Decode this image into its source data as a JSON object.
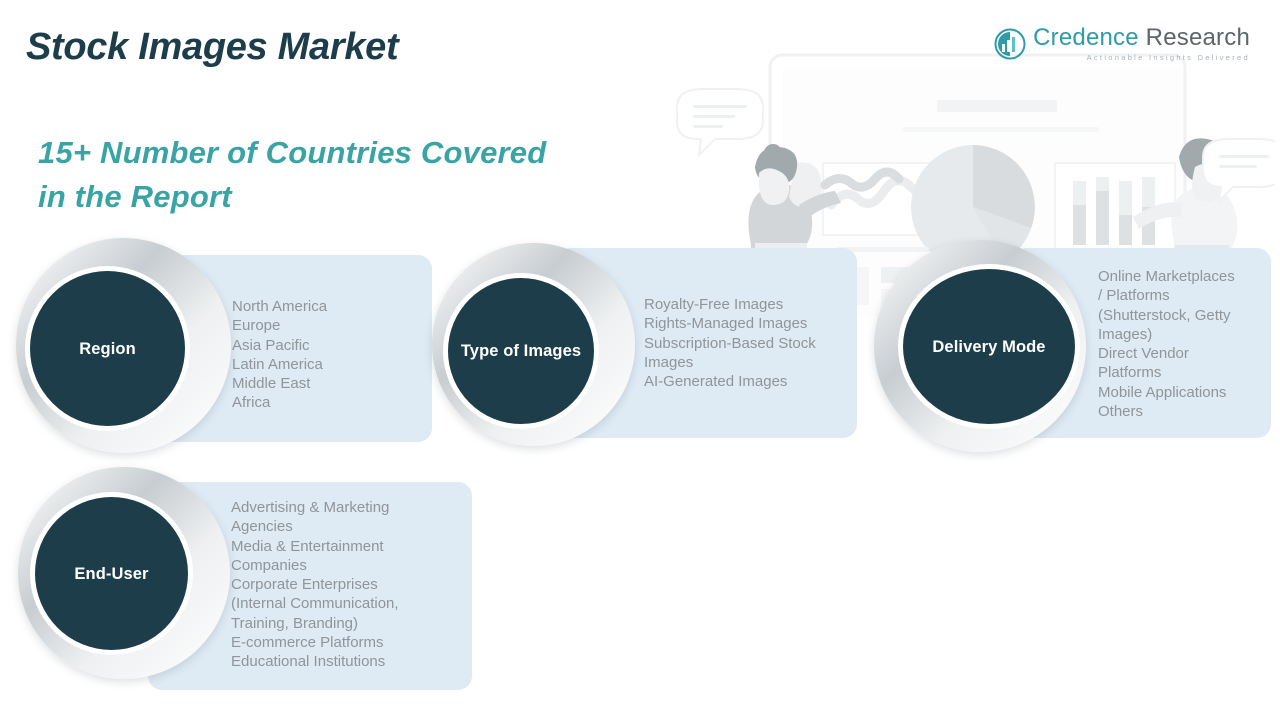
{
  "header": {
    "title": "Stock Images Market",
    "subtitle": "15+ Number of Countries Covered in the Report"
  },
  "logo": {
    "name_part1": "Credence",
    "name_part2": "Research",
    "tagline": "Actionable Insights Delivered",
    "mark_icon": "bar-chart-circle-icon"
  },
  "colors": {
    "title": "#1d3d4a",
    "subtitle": "#3aa3a3",
    "circle": "#1d3d4a",
    "card": "#deeaf4",
    "list_text": "#8f959a",
    "logo_teal": "#2f9aa8",
    "logo_gray": "#5c6569"
  },
  "segments": [
    {
      "label": "Region",
      "items": "North America\nEurope\nAsia Pacific\nLatin America\nMiddle East\nAfrica"
    },
    {
      "label": "Type of Images",
      "items": "Royalty-Free Images\nRights-Managed Images\nSubscription-Based Stock\nImages\nAI-Generated Images"
    },
    {
      "label": "Delivery Mode",
      "items": "Online Marketplaces\n/ Platforms\n(Shutterstock, Getty\nImages)\nDirect Vendor\nPlatforms\nMobile Applications\nOthers"
    },
    {
      "label": "End-User",
      "items": "Advertising & Marketing\nAgencies\nMedia & Entertainment\nCompanies\nCorporate Enterprises\n(Internal Communication,\nTraining, Branding)\nE-commerce Platforms\nEducational Institutions"
    }
  ]
}
